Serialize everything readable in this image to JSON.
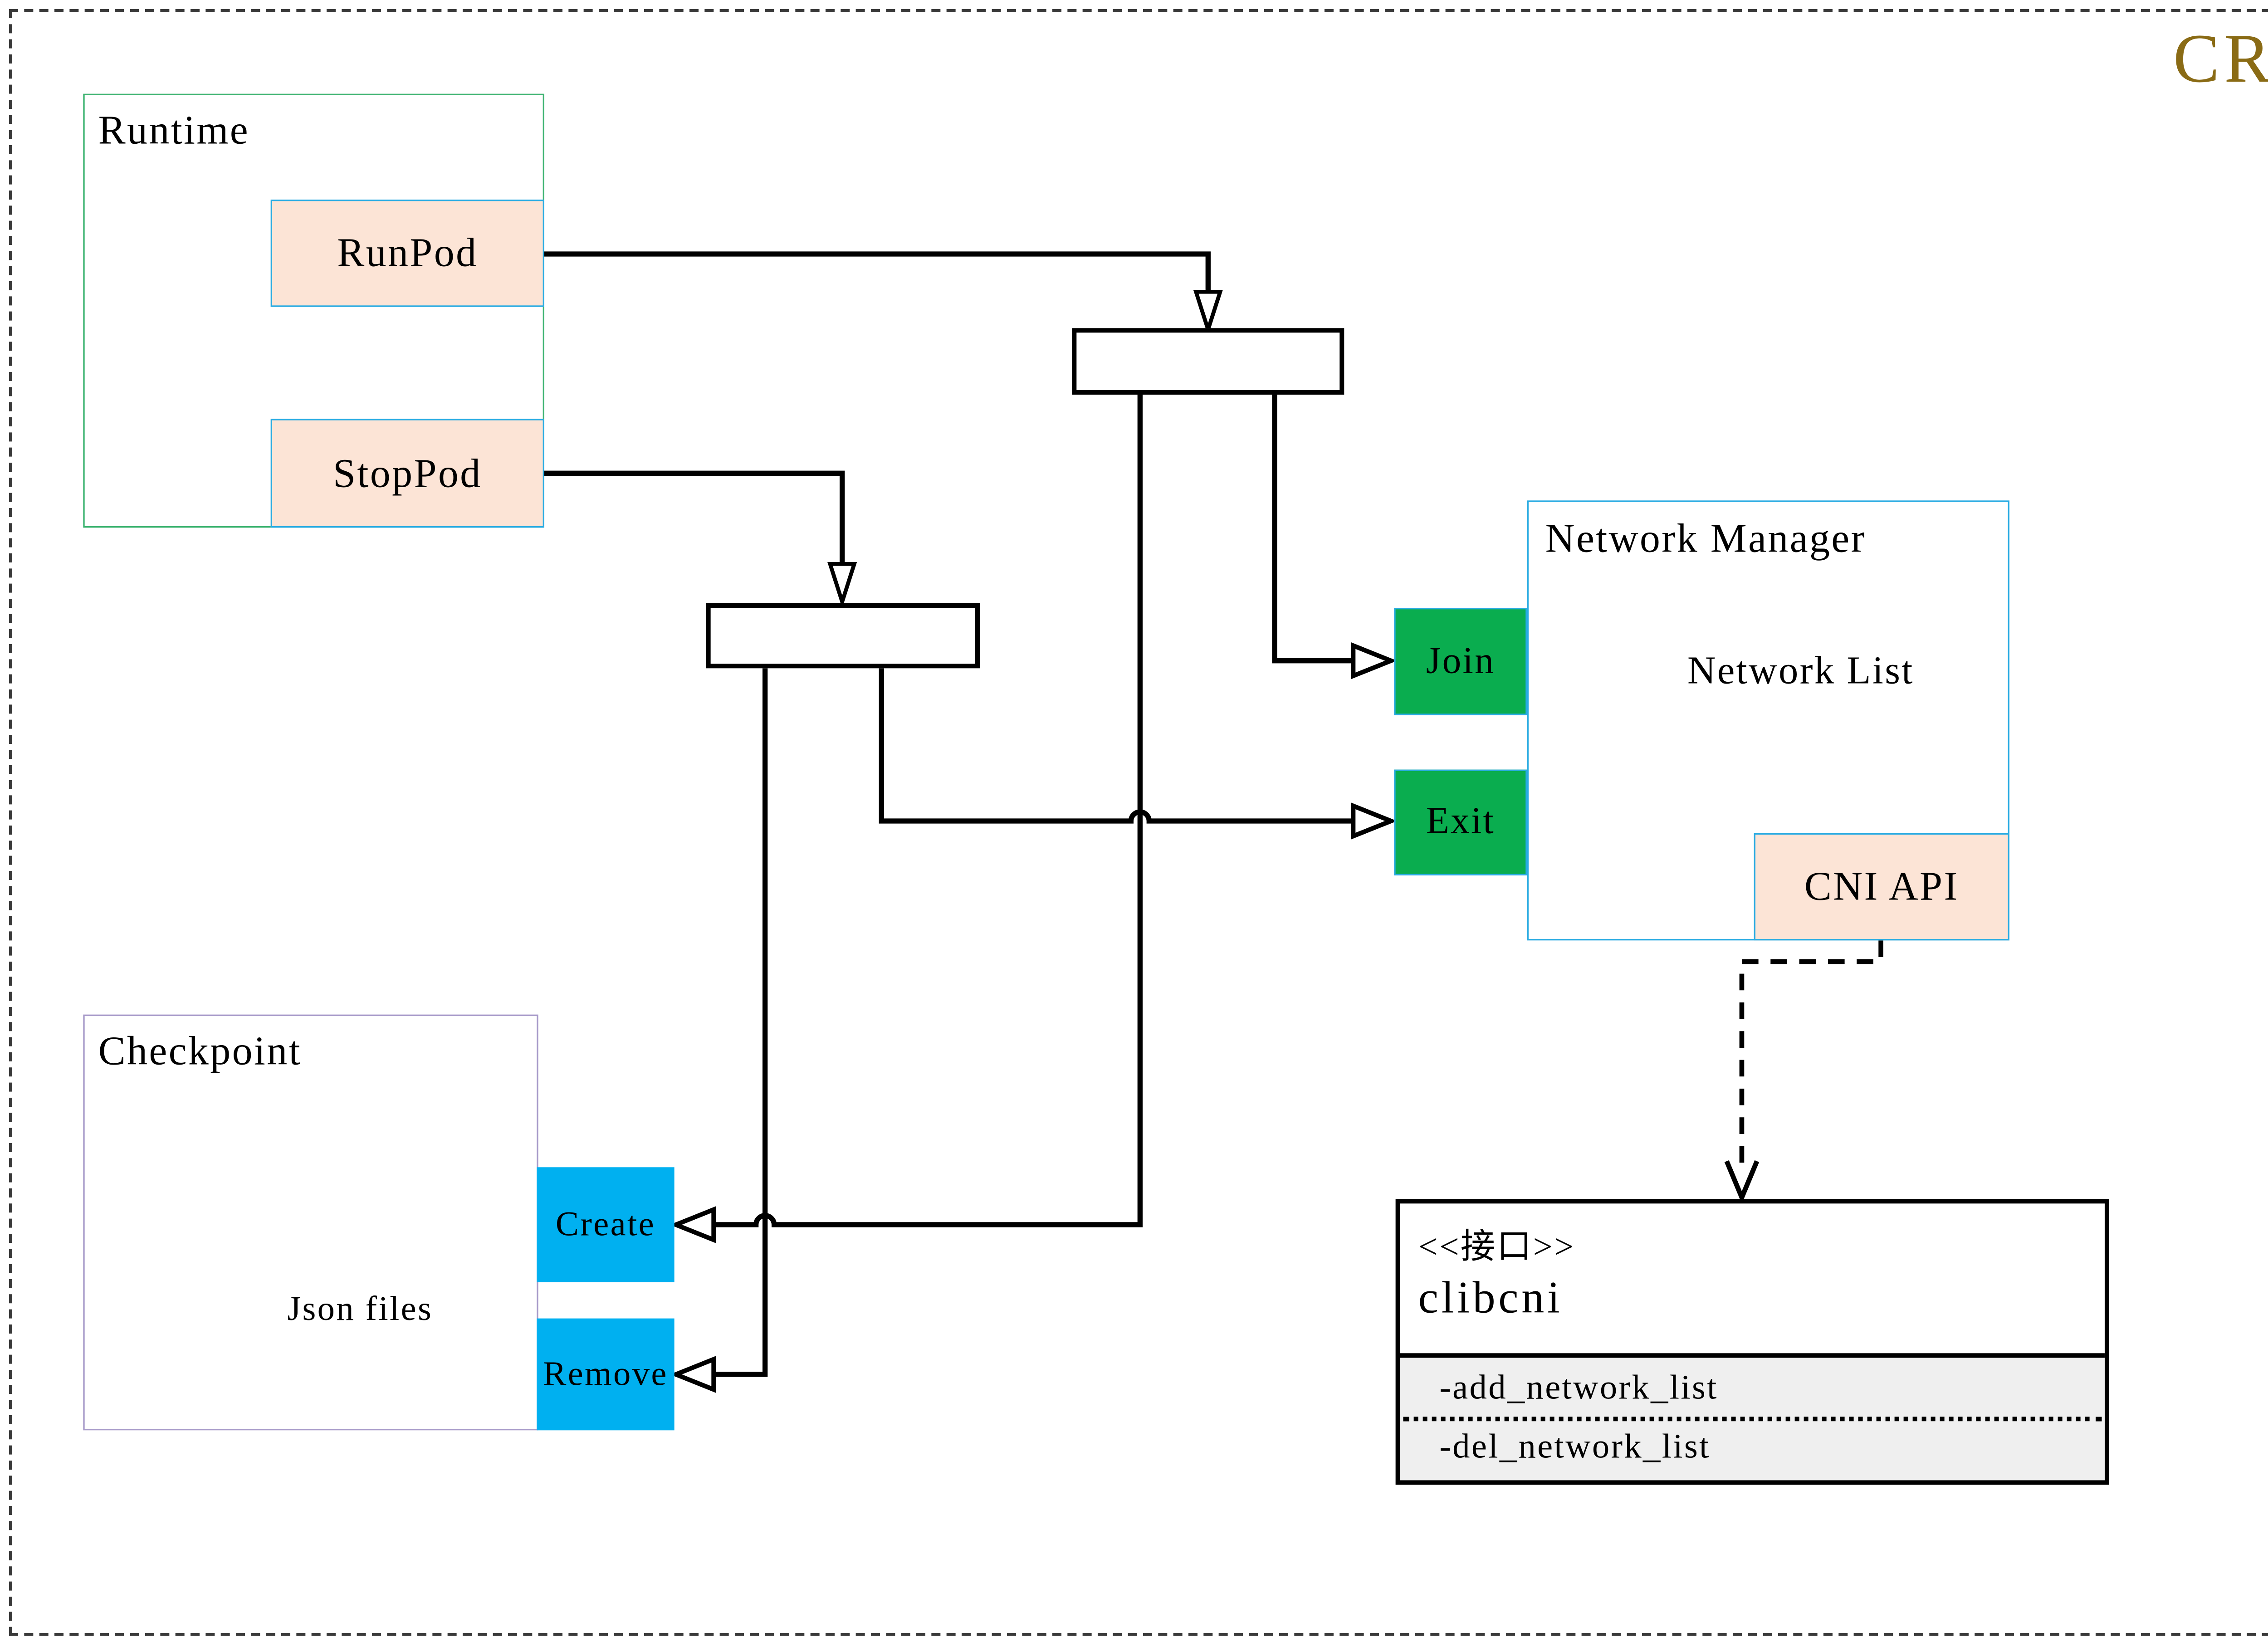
{
  "title": {
    "text": "CRI"
  },
  "runtime": {
    "label": "Runtime",
    "run_pod": "RunPod",
    "stop_pod": "StopPod"
  },
  "network_manager": {
    "label": "Network Manager",
    "network_list": "Network List",
    "join": "Join",
    "exit": "Exit",
    "cni_api": "CNI API"
  },
  "checkpoint": {
    "label": "Checkpoint",
    "json_files": "Json files",
    "create": "Create",
    "remove": "Remove"
  },
  "clibcni": {
    "stereotype": "<<接口>>",
    "name": "clibcni",
    "method_add": "-add_network_list",
    "method_del": "-del_network_list"
  },
  "colors": {
    "title_gold": "#8A6B15",
    "runtime_border_green": "#3CB370",
    "blue_border": "#29ABE2",
    "peach_fill": "#FCE4D6",
    "action_green_fill": "#0AAD4F",
    "action_cyan_fill": "#00B0F0",
    "checkpoint_border_purple": "#A79AC9",
    "cylinder_gray": "#595959",
    "methods_section_gray": "#EFEFEF"
  }
}
